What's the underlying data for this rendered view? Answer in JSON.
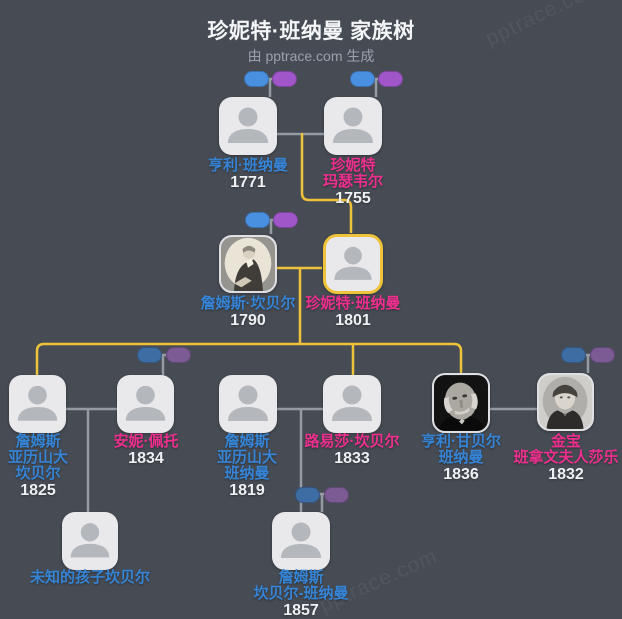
{
  "header": {
    "title": "珍妮特·班纳曼 家族树",
    "subtitle": "由 pptrace.com 生成",
    "watermark": "pptrace.com"
  },
  "colors": {
    "background": "#474c54",
    "card_bg": "#e9e9eb",
    "highlight": "#eec23a",
    "connector": "#959ba3",
    "male_text": "#3584d6",
    "female_text": "#ee2f8f",
    "year_text": "#eef0f3",
    "chip_male": "#4a90e0",
    "chip_female": "#a055c8",
    "chip_male_muted": "#3e6da3",
    "chip_female_muted": "#7c5a93"
  },
  "people": [
    {
      "id": "henry-bannerman",
      "lines": [
        "亨利·班纳曼"
      ],
      "year": "1771",
      "gender": "male"
    },
    {
      "id": "janet-mothersole",
      "lines": [
        "珍妮特",
        "玛瑟韦尔"
      ],
      "year": "1755",
      "gender": "female"
    },
    {
      "id": "james-campbell",
      "lines": [
        "詹姆斯·坎贝尔"
      ],
      "year": "1790",
      "gender": "male",
      "portrait": "engraving"
    },
    {
      "id": "janet-bannerman",
      "lines": [
        "珍妮特·班纳曼"
      ],
      "year": "1801",
      "gender": "female",
      "highlighted": true
    },
    {
      "id": "james-alexander-campbell",
      "lines": [
        "詹姆斯",
        "亚历山大",
        "坎贝尔"
      ],
      "year": "1825",
      "gender": "male"
    },
    {
      "id": "annie-peto",
      "lines": [
        "安妮·佩托"
      ],
      "year": "1834",
      "gender": "female"
    },
    {
      "id": "james-alexander-bannerman",
      "lines": [
        "詹姆斯",
        "亚历山大",
        "班纳曼"
      ],
      "year": "1819",
      "gender": "male"
    },
    {
      "id": "louisa-campbell",
      "lines": [
        "路易莎·坎贝尔"
      ],
      "year": "1833",
      "gender": "female"
    },
    {
      "id": "henry-campbell-bannerman",
      "lines": [
        "亨利·甘贝尔",
        "班纳曼"
      ],
      "year": "1836",
      "gender": "male",
      "portrait": "photo-man"
    },
    {
      "id": "kimbo",
      "lines": [
        "金宝",
        "班拿文夫人莎乐"
      ],
      "year": "1832",
      "gender": "female",
      "portrait": "photo-woman"
    },
    {
      "id": "unknown-child-campbell",
      "lines": [
        "未知的孩子坎贝尔"
      ],
      "year": "",
      "gender": "male"
    },
    {
      "id": "james-campbell-bannerman",
      "lines": [
        "詹姆斯",
        "坎贝尔-班纳曼"
      ],
      "year": "1857",
      "gender": "male"
    }
  ]
}
